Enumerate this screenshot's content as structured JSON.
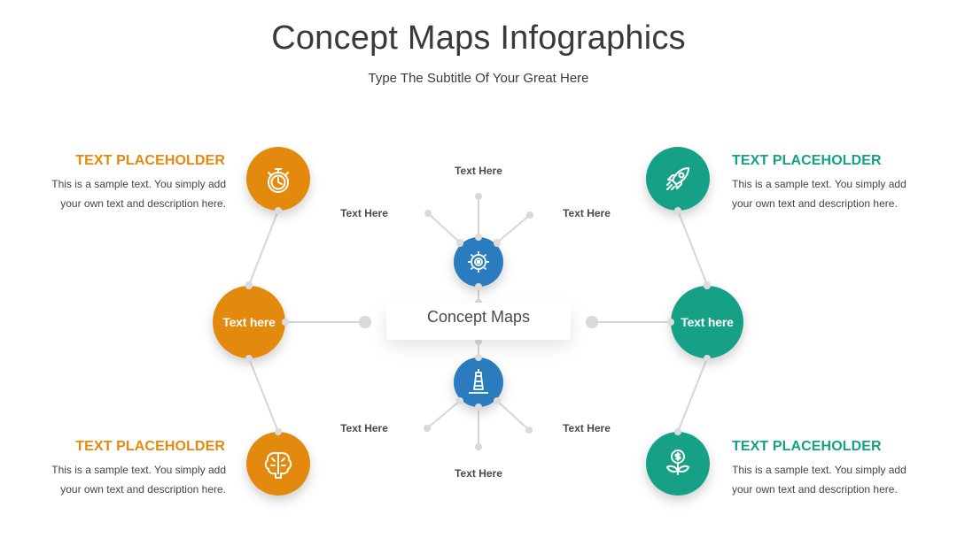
{
  "header": {
    "title": "Concept Maps Infographics",
    "subtitle": "Type The Subtitle Of Your Great Here"
  },
  "colors": {
    "orange": "#E3890F",
    "teal": "#16A085",
    "blue": "#2B7BBF",
    "connector": "#d4d4d4",
    "text": "#3a3a3a"
  },
  "center": {
    "label": "Concept Maps"
  },
  "left": {
    "hub_label": "Text here",
    "top_block": {
      "title": "TEXT PLACEHOLDER",
      "line1": "This is a sample text. You simply add",
      "line2": "your own text and description here.",
      "icon": "stopwatch-icon"
    },
    "bottom_block": {
      "title": "TEXT PLACEHOLDER",
      "line1": "This is a sample text. You simply add",
      "line2": "your own text and description here.",
      "icon": "brain-icon"
    }
  },
  "right": {
    "hub_label": "Text here",
    "top_block": {
      "title": "TEXT PLACEHOLDER",
      "line1": "This is a sample text. You simply add",
      "line2": "your own text and description here.",
      "icon": "rocket-icon"
    },
    "bottom_block": {
      "title": "TEXT PLACEHOLDER",
      "line1": "This is a sample text. You simply add",
      "line2": "your own text and description here.",
      "icon": "money-plant-icon"
    }
  },
  "top_cluster": {
    "icon": "gear-icon",
    "labels": {
      "top": "Text Here",
      "left": "Text Here",
      "right": "Text Here"
    }
  },
  "bottom_cluster": {
    "icon": "lighthouse-icon",
    "labels": {
      "bottom": "Text Here",
      "left": "Text Here",
      "right": "Text Here"
    }
  }
}
